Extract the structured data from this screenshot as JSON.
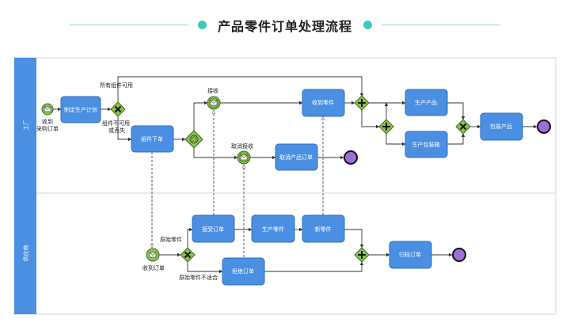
{
  "title": "产品零件订单处理流程",
  "lanes": {
    "factory": "工厂",
    "supplier": "供应商"
  },
  "tasks": {
    "make_plan": "制定生产计划",
    "place_parts_order": "组件下单",
    "receive_parts": "收到零件",
    "produce_product": "生产产品",
    "produce_box": "生产包装箱",
    "pack_product": "包装产品",
    "cancel_order": "取消产品订单",
    "accept_order": "接受订单",
    "produce_parts": "生产零件",
    "new_parts": "新零件",
    "reject_order": "拒绝订单",
    "archive_order": "归档订单"
  },
  "labels": {
    "receive_purchase_line1": "收到",
    "receive_purchase_line2": "采购订单",
    "all_parts_available": "所有组件可用",
    "parts_unavailable_line1": "组件不可用",
    "parts_unavailable_line2": "或丢失",
    "accept": "接收",
    "cancel_accept": "取消接收",
    "raw_parts": "原始零件",
    "raw_parts_unsuitable": "原始零件不适合",
    "order_received": "收到订单"
  },
  "colors": {
    "lane_header": "#4a8fe2",
    "task_fill": "#4a8fe2",
    "gateway_fill": "#8bc34a",
    "event_fill": "#8bc34a",
    "end_fill": "#9c6fd6",
    "title_accent": "#3ec9c2"
  }
}
